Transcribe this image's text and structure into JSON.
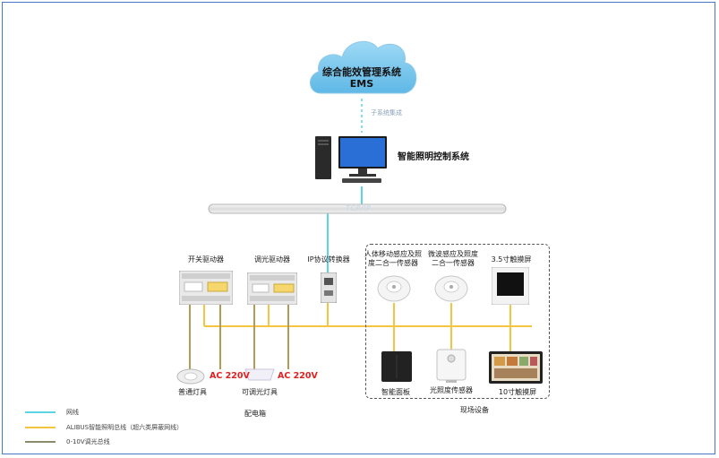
{
  "system": {
    "cloud_title": "综合能效管理系统",
    "cloud_subtitle": "EMS",
    "subsystem_integration": "子系统集成",
    "control_title": "智能照明控制系统",
    "bus_label": "TCP/IP"
  },
  "devices": {
    "switch_driver": "开关驱动器",
    "dimming_driver": "调光驱动器",
    "ip_converter": "IP协议转换器",
    "motion_sensor_line1": "人体移动感应及照",
    "motion_sensor_line2": "度二合一传感器",
    "microwave_sensor_line1": "微波感应及照度",
    "microwave_sensor_line2": "二合一传感器",
    "touch35": "3.5寸触摸屏",
    "smart_panel": "智能面板",
    "lux_sensor": "光照度传感器",
    "touch10": "10寸触摸屏",
    "normal_lamp": "普通灯具",
    "dimmable_lamp": "可调光灯具",
    "ac_label_1": "AC 220V",
    "ac_label_2": "AC 220V",
    "distribution_box": "配电箱",
    "field_equipment": "现场设备"
  },
  "legend": [
    {
      "label": "网线",
      "color": "#5fd3e6"
    },
    {
      "label": "ALIBUS智能照明总线（超六类屏蔽网线）",
      "color": "#f5c542"
    },
    {
      "label": "0-10V调光总线",
      "color": "#8c8c6a"
    }
  ],
  "colors": {
    "network": "#5fd3e6",
    "bus": "#f5c542",
    "dimming": "#b59a55",
    "frame": "#4a78c8",
    "ac_text": "#e32020"
  }
}
